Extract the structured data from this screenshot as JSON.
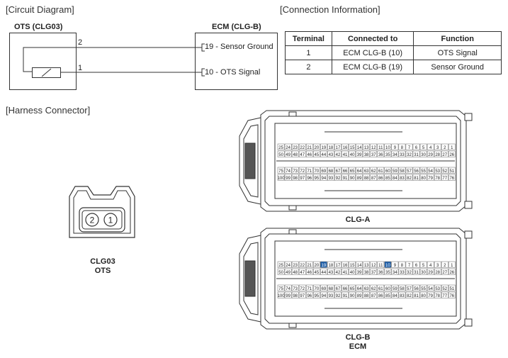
{
  "sections": {
    "circuit": "[Circuit Diagram]",
    "connection": "[Connection Information]",
    "harness": "[Harness Connector]"
  },
  "circuit": {
    "ots_title": "OTS (CLG03)",
    "ecm_title": "ECM (CLG-B)",
    "ots_pins": [
      "2",
      "1"
    ],
    "ecm_pins": [
      "19 - Sensor Ground",
      "10 - OTS Signal"
    ]
  },
  "table": {
    "headers": [
      "Terminal",
      "Connected to",
      "Function"
    ],
    "rows": [
      [
        "1",
        "ECM CLG-B (10)",
        "OTS Signal"
      ],
      [
        "2",
        "ECM CLG-B (19)",
        "Sensor Ground"
      ]
    ]
  },
  "connectors": {
    "clg03": {
      "pin_left": "2",
      "pin_right": "1",
      "label_line1": "CLG03",
      "label_line2": "OTS"
    },
    "clga": {
      "label": "CLG-A",
      "row1": [
        "25",
        "24",
        "23",
        "22",
        "21",
        "20",
        "19",
        "18",
        "17",
        "16",
        "15",
        "14",
        "13",
        "12",
        "11",
        "10",
        "9",
        "8",
        "7",
        "6",
        "5",
        "4",
        "3",
        "2",
        "1"
      ],
      "row2": [
        "50",
        "49",
        "48",
        "47",
        "46",
        "45",
        "44",
        "43",
        "42",
        "41",
        "40",
        "39",
        "38",
        "37",
        "36",
        "35",
        "34",
        "33",
        "32",
        "31",
        "30",
        "29",
        "28",
        "27",
        "26"
      ],
      "row3": [
        "75",
        "74",
        "73",
        "72",
        "71",
        "70",
        "69",
        "68",
        "67",
        "66",
        "65",
        "64",
        "63",
        "62",
        "61",
        "60",
        "59",
        "58",
        "57",
        "56",
        "55",
        "54",
        "53",
        "52",
        "51"
      ],
      "row4": [
        "100",
        "99",
        "98",
        "97",
        "96",
        "95",
        "94",
        "93",
        "92",
        "91",
        "90",
        "89",
        "88",
        "87",
        "86",
        "85",
        "84",
        "83",
        "82",
        "81",
        "80",
        "79",
        "78",
        "77",
        "76"
      ]
    },
    "clgb": {
      "label_line1": "CLG-B",
      "label_line2": "ECM",
      "highlight": [
        "19",
        "10"
      ],
      "highlight_color": "#1f5fa8",
      "row1": [
        "25",
        "24",
        "23",
        "22",
        "21",
        "20",
        "19",
        "18",
        "17",
        "16",
        "15",
        "14",
        "13",
        "12",
        "11",
        "10",
        "9",
        "8",
        "7",
        "6",
        "5",
        "4",
        "3",
        "2",
        "1"
      ],
      "row2": [
        "50",
        "49",
        "48",
        "47",
        "46",
        "45",
        "44",
        "43",
        "42",
        "41",
        "40",
        "39",
        "38",
        "37",
        "36",
        "35",
        "34",
        "33",
        "32",
        "31",
        "30",
        "29",
        "28",
        "27",
        "26"
      ],
      "row3": [
        "75",
        "74",
        "73",
        "72",
        "71",
        "70",
        "69",
        "68",
        "67",
        "66",
        "65",
        "64",
        "63",
        "62",
        "61",
        "60",
        "59",
        "58",
        "57",
        "56",
        "55",
        "54",
        "53",
        "52",
        "51"
      ],
      "row4": [
        "100",
        "99",
        "98",
        "97",
        "96",
        "95",
        "94",
        "93",
        "92",
        "91",
        "90",
        "89",
        "88",
        "87",
        "86",
        "85",
        "84",
        "83",
        "82",
        "81",
        "80",
        "79",
        "78",
        "77",
        "76"
      ]
    }
  }
}
